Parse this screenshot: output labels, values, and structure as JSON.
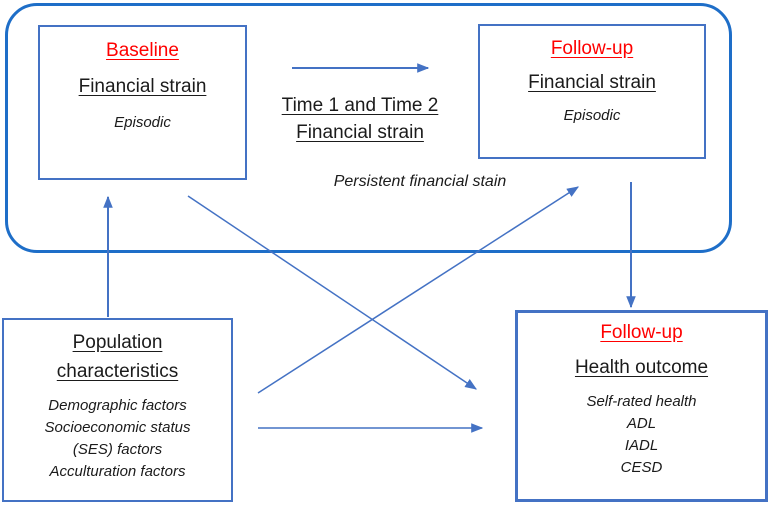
{
  "boxes": {
    "baseline": {
      "tag": "Baseline",
      "title": "Financial strain",
      "subtitle": "Episodic"
    },
    "followup_strain": {
      "tag": "Follow-up",
      "title": "Financial strain",
      "subtitle": "Episodic"
    },
    "population": {
      "title_lines": [
        "Population",
        "characteristics"
      ],
      "items": [
        "Demographic factors",
        "Socioeconomic status",
        "(SES) factors",
        "Acculturation factors"
      ]
    },
    "health_outcome": {
      "tag": "Follow-up",
      "title": "Health outcome",
      "items": [
        "Self-rated health",
        "ADL",
        "IADL",
        "CESD"
      ]
    }
  },
  "middle": {
    "title_lines": [
      "Time 1 and Time 2",
      "Financial strain"
    ],
    "caption": "Persistent financial stain"
  },
  "colors": {
    "frame": "#1E6EC8",
    "box_border": "#4472C4",
    "arrow": "#4472C4",
    "tag": "#FF0000",
    "text": "#1B1B1B"
  }
}
